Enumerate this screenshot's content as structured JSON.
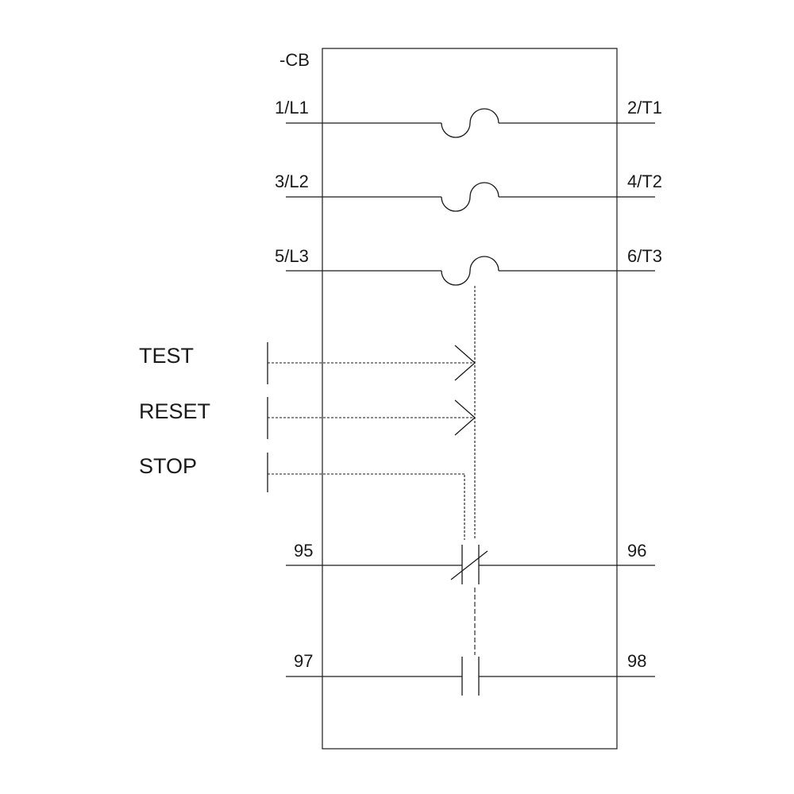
{
  "device": {
    "designation": "-CB"
  },
  "main_circuits": [
    {
      "line_terminal": "1/L1",
      "load_terminal": "2/T1"
    },
    {
      "line_terminal": "3/L2",
      "load_terminal": "4/T2"
    },
    {
      "line_terminal": "5/L3",
      "load_terminal": "6/T3"
    }
  ],
  "operators": {
    "test": "TEST",
    "reset": "RESET",
    "stop": "STOP"
  },
  "aux_contacts": {
    "nc": {
      "left": "95",
      "right": "96"
    },
    "no": {
      "left": "97",
      "right": "98"
    }
  },
  "colors": {
    "line": "#1a1a1a",
    "background": "#ffffff"
  }
}
